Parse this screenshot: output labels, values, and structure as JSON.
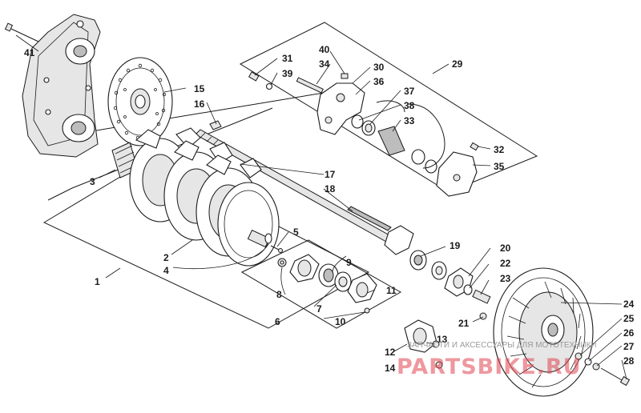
{
  "callouts": {
    "c1": "1",
    "c2": "2",
    "c3": "3",
    "c4": "4",
    "c5": "5",
    "c6": "6",
    "c7": "7",
    "c8": "8",
    "c9": "9",
    "c10": "10",
    "c11": "11",
    "c12": "12",
    "c13": "13",
    "c14": "14",
    "c15": "15",
    "c16": "16",
    "c17": "17",
    "c18": "18",
    "c19": "19",
    "c20": "20",
    "c21": "21",
    "c22": "22",
    "c23": "23",
    "c24": "24",
    "c25": "25",
    "c26": "26",
    "c27": "27",
    "c28": "28",
    "c29": "29",
    "c30": "30",
    "c31": "31",
    "c32": "32",
    "c33": "33",
    "c34": "34",
    "c35": "35",
    "c36": "36",
    "c37": "37",
    "c38": "38",
    "c39": "39",
    "c40": "40",
    "c41": "41"
  },
  "watermark": {
    "caption": "ЗАПЧАСТИ И АКСЕССУАРЫ ДЛЯ МОТОТЕХНИКИ",
    "logo": "PARTSBIKE.RU"
  },
  "colors": {
    "ink": "#1a1a1a",
    "watermark_logo": "#e0434e",
    "watermark_caption": "#9a9a9a",
    "background": "#ffffff"
  }
}
